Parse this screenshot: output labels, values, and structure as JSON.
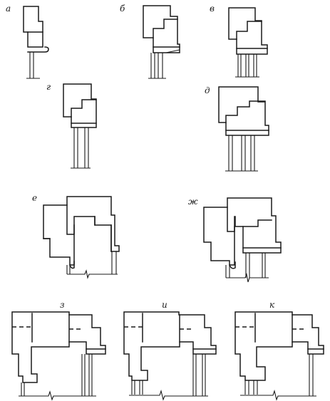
{
  "figure": {
    "panels": [
      {
        "id": "a",
        "label": "а"
      },
      {
        "id": "b",
        "label": "б"
      },
      {
        "id": "v",
        "label": "в"
      },
      {
        "id": "g",
        "label": "г"
      },
      {
        "id": "d",
        "label": "д"
      },
      {
        "id": "e",
        "label": "е"
      },
      {
        "id": "zh",
        "label": "ж"
      },
      {
        "id": "z",
        "label": "з"
      },
      {
        "id": "i",
        "label": "и"
      },
      {
        "id": "k",
        "label": "к"
      }
    ]
  },
  "colors": {
    "line": "#1a1a1a",
    "background": "#ffffff"
  }
}
